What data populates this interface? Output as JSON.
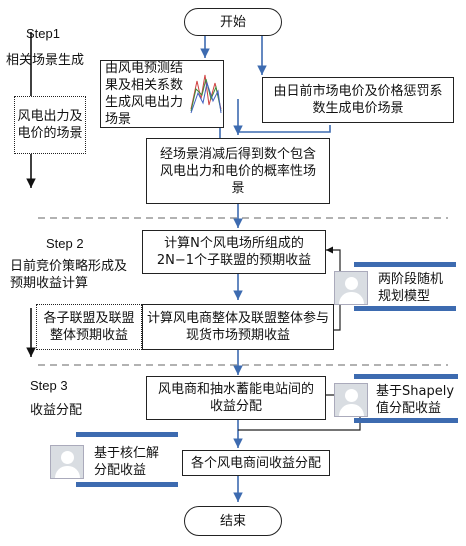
{
  "start": "开始",
  "end": "结束",
  "step1": {
    "title": "Step1",
    "subtitle": "相关场景生成",
    "side_box": "风电出力及电价的场景",
    "wind_box": "由风电预测结果及相关系数生成风电出力场景",
    "price_box": "由日前市场电价及价格惩罚系数生成电价场景",
    "reduce_box": "经场景消减后得到数个包含风电出力和电价的概率性场景"
  },
  "step2": {
    "title": "Step 2",
    "subtitle": "日前竞价策略形成及预期收益计算",
    "side_box": "各子联盟及联盟整体预期收益",
    "calc_box_line1": "计算N个风电场所组成的",
    "calc_box_line2": "2N−1个子联盟的预期收益",
    "overall_box": "计算风电商整体及联盟整体参与现货市场预期收益",
    "model_card": "两阶段随机规划模型"
  },
  "step3": {
    "title": "Step 3",
    "subtitle": "收益分配",
    "storage_box": "风电商和抽水蓄能电站间的收益分配",
    "shapley_card": "基于Shapely值分配收益",
    "nucleolus_card": "基于核仁解分配收益",
    "among_box": "各个风电商间收益分配"
  },
  "colors": {
    "arrow_blue": "#3d6bb0",
    "dash_gray": "#999999",
    "card_bar": "#3d6bb0"
  },
  "icons": [
    "user-avatar-icon",
    "wind-chart-icon"
  ]
}
